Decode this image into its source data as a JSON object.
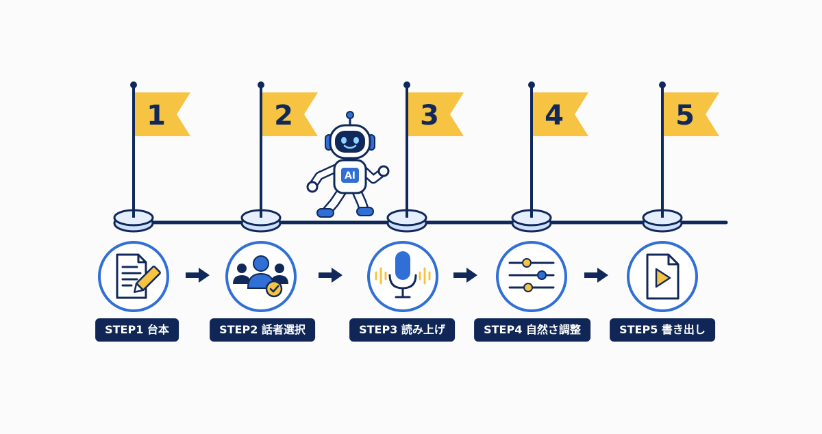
{
  "colors": {
    "navy": "#10295a",
    "blue": "#2f6fd6",
    "light_blue": "#cfe0fb",
    "yellow": "#f6c342",
    "white": "#ffffff"
  },
  "steps": [
    {
      "flag": "1",
      "label": "STEP1 台本",
      "icon": "document-pencil-icon"
    },
    {
      "flag": "2",
      "label": "STEP2 話者選択",
      "icon": "speakers-check-icon"
    },
    {
      "flag": "3",
      "label": "STEP3 読み上げ",
      "icon": "microphone-icon"
    },
    {
      "flag": "4",
      "label": "STEP4 自然さ調整",
      "icon": "sliders-icon"
    },
    {
      "flag": "5",
      "label": "STEP5 書き出し",
      "icon": "play-file-icon"
    }
  ],
  "robot": {
    "badge": "AI",
    "icon": "robot-icon"
  },
  "connector_icon": "arrow-right-icon"
}
